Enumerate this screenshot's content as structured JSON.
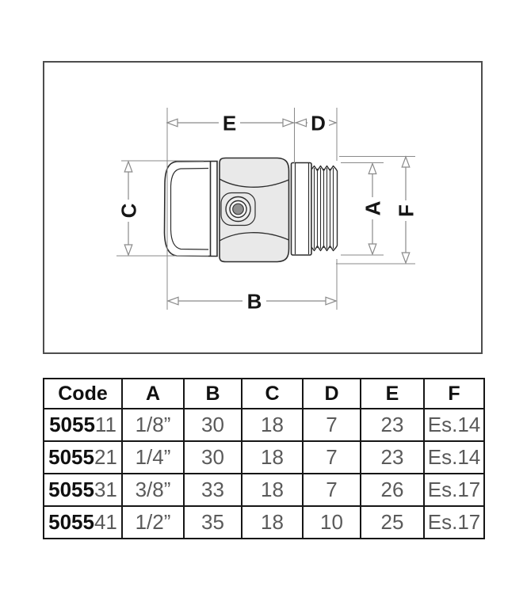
{
  "diagram": {
    "dims": {
      "e": "E",
      "d": "D",
      "c": "C",
      "a": "A",
      "f": "F",
      "b": "B"
    }
  },
  "table": {
    "headers": [
      "Code",
      "A",
      "B",
      "C",
      "D",
      "E",
      "F"
    ],
    "rows": [
      {
        "code_bold": "5055",
        "code_light": "11",
        "a": "1/8”",
        "b": "30",
        "c": "18",
        "d": "7",
        "e": "23",
        "f": "Es.14"
      },
      {
        "code_bold": "5055",
        "code_light": "21",
        "a": "1/4”",
        "b": "30",
        "c": "18",
        "d": "7",
        "e": "23",
        "f": "Es.14"
      },
      {
        "code_bold": "5055",
        "code_light": "31",
        "a": "3/8”",
        "b": "33",
        "c": "18",
        "d": "7",
        "e": "26",
        "f": "Es.17"
      },
      {
        "code_bold": "5055",
        "code_light": "41",
        "a": "1/2”",
        "b": "35",
        "c": "18",
        "d": "10",
        "e": "25",
        "f": "Es.17"
      }
    ]
  },
  "colors": {
    "outline": "#2e2e2e",
    "dimension_lines": "#8a8a8a",
    "hex_fill": "#e9e9e9",
    "table_border": "#161616",
    "frame_border": "#4d4d4d"
  }
}
